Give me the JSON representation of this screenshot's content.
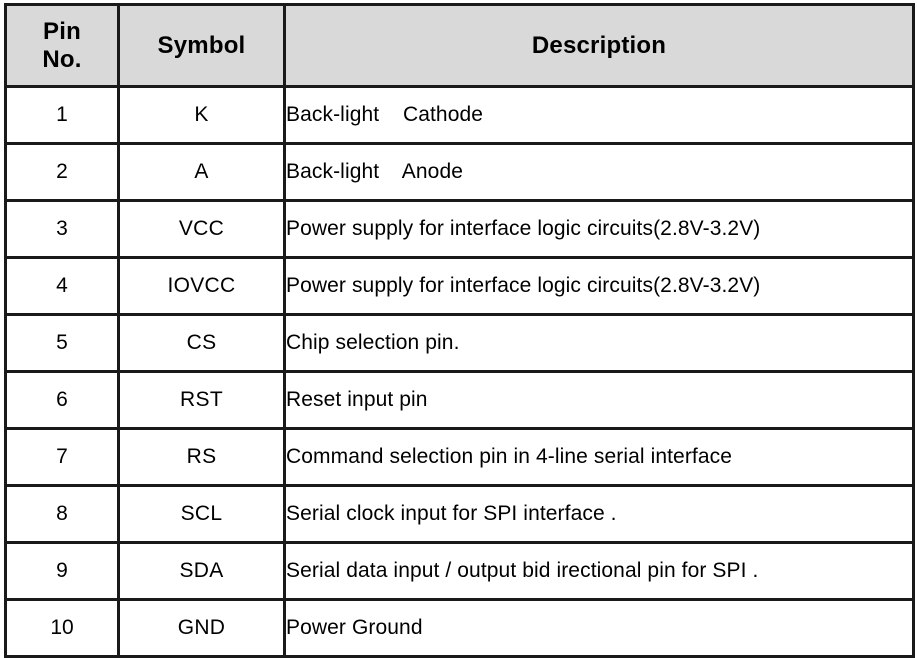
{
  "table": {
    "columns": [
      {
        "key": "pin",
        "label_lines": [
          "Pin",
          "No."
        ]
      },
      {
        "key": "symbol",
        "label": "Symbol"
      },
      {
        "key": "description",
        "label": "Description"
      }
    ],
    "header_background": "#d9d9d9",
    "border_color": "#1a1a1a",
    "rows": [
      {
        "pin": "1",
        "symbol": "K",
        "description": "Back-light    Cathode"
      },
      {
        "pin": "2",
        "symbol": "A",
        "description": "Back-light    Anode"
      },
      {
        "pin": "3",
        "symbol": "VCC",
        "description": "Power supply for interface logic circuits(2.8V-3.2V)"
      },
      {
        "pin": "4",
        "symbol": "IOVCC",
        "description": "Power supply for interface logic circuits(2.8V-3.2V)"
      },
      {
        "pin": "5",
        "symbol": "CS",
        "description": "Chip selection pin."
      },
      {
        "pin": "6",
        "symbol": "RST",
        "description": "Reset input pin"
      },
      {
        "pin": "7",
        "symbol": "RS",
        "description": "Command selection pin in 4-line serial interface"
      },
      {
        "pin": "8",
        "symbol": "SCL",
        "description": "Serial clock input for SPI interface ."
      },
      {
        "pin": "9",
        "symbol": "SDA",
        "description": "Serial data input / output bid irectional pin for SPI ."
      },
      {
        "pin": "10",
        "symbol": "GND",
        "description": "Power Ground"
      }
    ]
  }
}
